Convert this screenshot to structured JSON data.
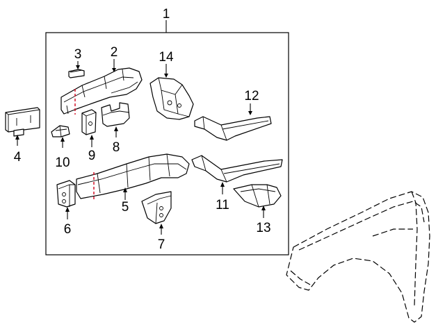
{
  "diagram": {
    "labels": {
      "l1": "1",
      "l2": "2",
      "l3": "3",
      "l4": "4",
      "l5": "5",
      "l6": "6",
      "l7": "7",
      "l8": "8",
      "l9": "9",
      "l10": "10",
      "l11": "11",
      "l12": "12",
      "l13": "13",
      "l14": "14"
    },
    "colors": {
      "line": "#000000",
      "cut_line": "#d0021b",
      "background": "#ffffff"
    }
  }
}
